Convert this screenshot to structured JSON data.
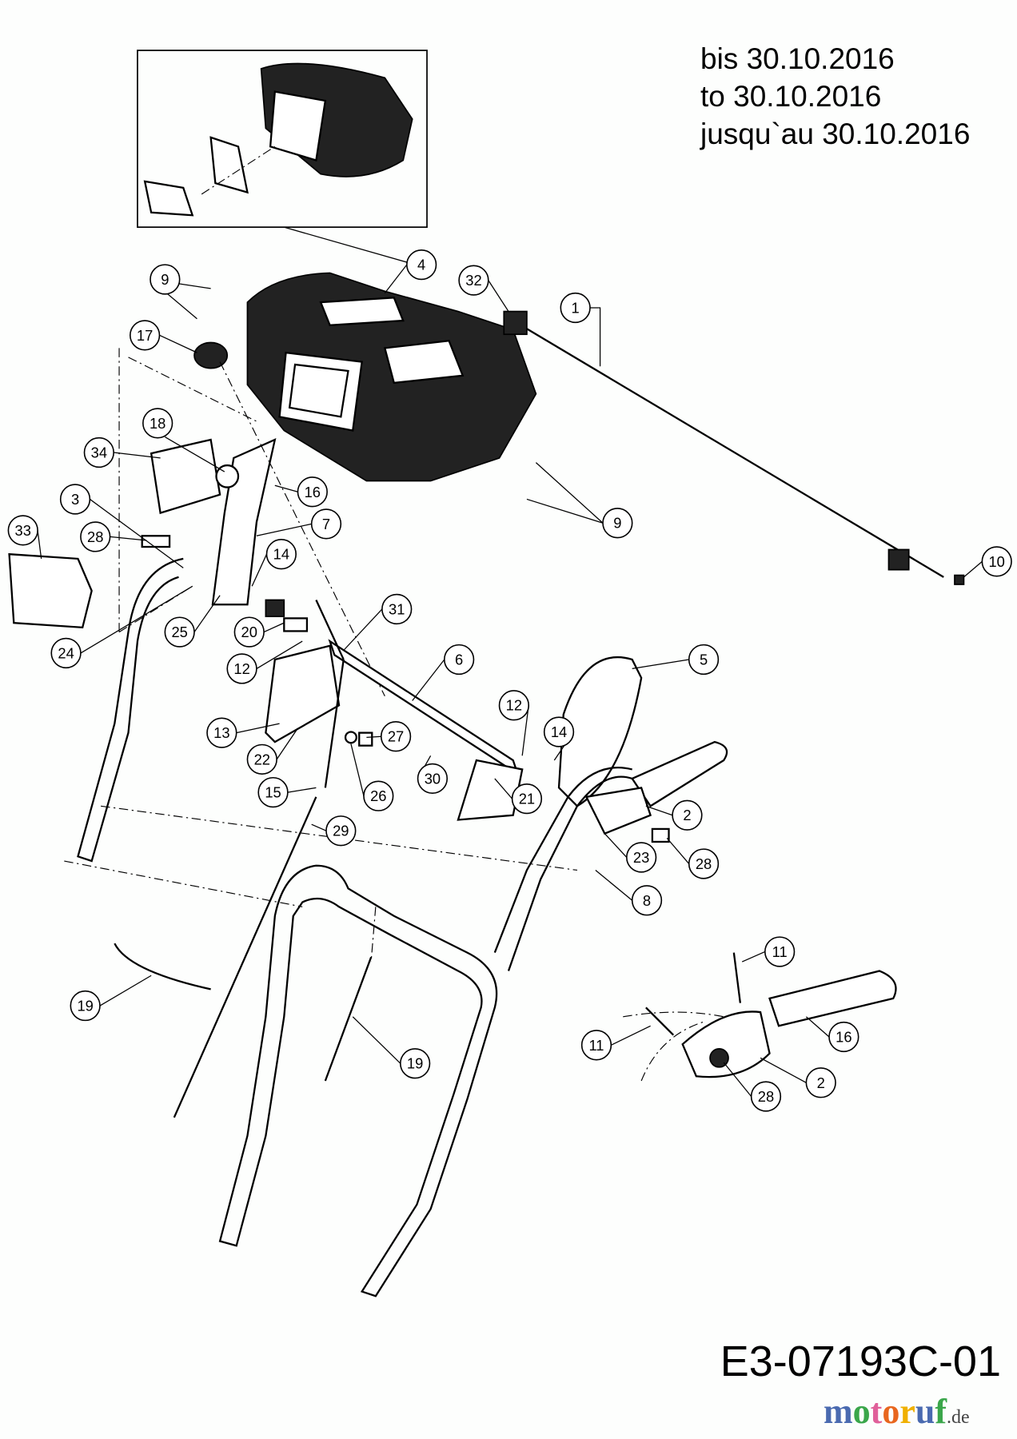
{
  "validity_note": [
    "bis 30.10.2016",
    "to 30.10.2016",
    "jusqu`au 30.10.2016"
  ],
  "diagram_code": "E3-07193C-01",
  "watermark": {
    "text": "motoruf",
    "suffix": ".de",
    "colors": [
      "#4a6ab0",
      "#3aa64a",
      "#e0609a",
      "#e8661e",
      "#f0b000"
    ]
  },
  "callouts": [
    "4",
    "9",
    "32",
    "1",
    "17",
    "18",
    "34",
    "16",
    "3",
    "7",
    "9",
    "33",
    "28",
    "14",
    "10",
    "31",
    "25",
    "20",
    "24",
    "5",
    "12",
    "6",
    "12",
    "14",
    "27",
    "13",
    "22",
    "2",
    "21",
    "15",
    "26",
    "30",
    "23",
    "28",
    "29",
    "8",
    "11",
    "11",
    "16",
    "2",
    "19",
    "19",
    "28"
  ]
}
